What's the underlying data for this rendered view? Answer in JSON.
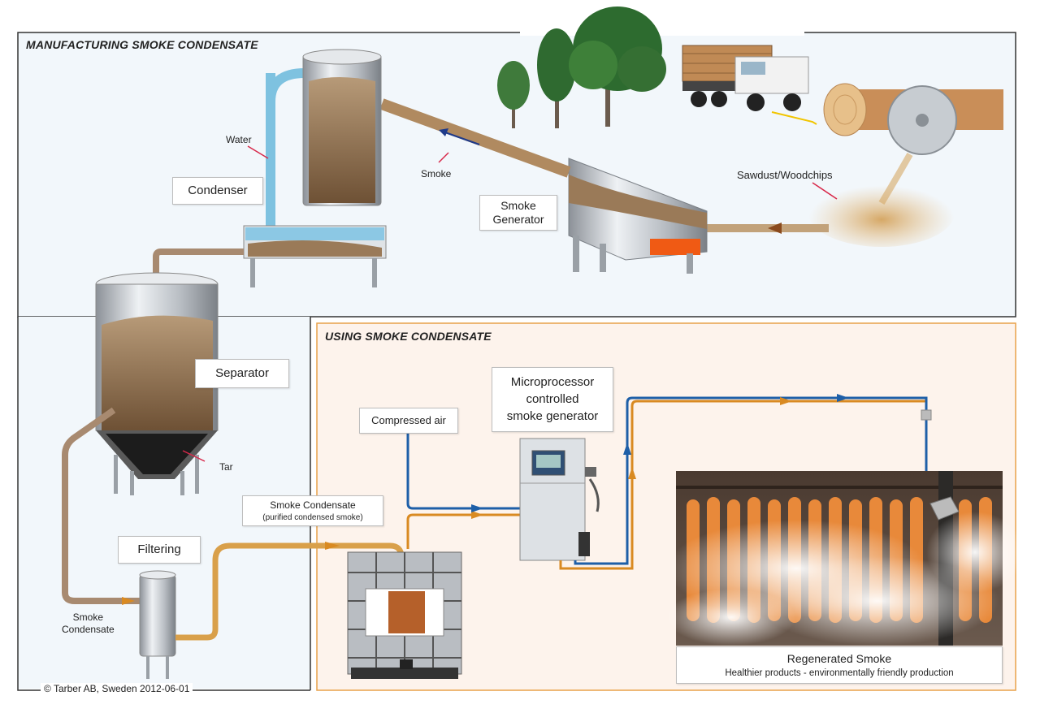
{
  "sections": {
    "manufacturing_title": "MANUFACTURING SMOKE CONDENSATE",
    "using_title": "USING SMOKE CONDENSATE"
  },
  "labels": {
    "water": "Water",
    "condenser": "Condenser",
    "smoke": "Smoke",
    "smoke_generator_line1": "Smoke",
    "smoke_generator_line2": "Generator",
    "sawdust": "Sawdust/Woodchips",
    "separator": "Separator",
    "tar": "Tar",
    "filtering": "Filtering",
    "smoke_condensate_left_line1": "Smoke",
    "smoke_condensate_left_line2": "Condensate",
    "compressed_air": "Compressed air",
    "microprocessor_line1": "Microprocessor",
    "microprocessor_line2": "controlled",
    "microprocessor_line3": "smoke generator",
    "smoke_condensate_box_line1": "Smoke Condensate",
    "smoke_condensate_box_line2": "(purified condensed smoke)",
    "regenerated_title": "Regenerated Smoke",
    "regenerated_sub": "Healthier products - environmentally friendly production"
  },
  "footer": {
    "copyright": "© Tarber AB, Sweden 2012-06-01"
  },
  "colors": {
    "manufacturing_border": "#333333",
    "manufacturing_bg": "#f2f7fb",
    "using_border": "#e8a24a",
    "using_bg": "#fdf3ec",
    "pipe_brown": "#b08a60",
    "pipe_orange": "#d98a22",
    "pipe_blue": "#1e5fa8",
    "water_blue": "#7ec2e0",
    "callout_red": "#d8284a"
  }
}
